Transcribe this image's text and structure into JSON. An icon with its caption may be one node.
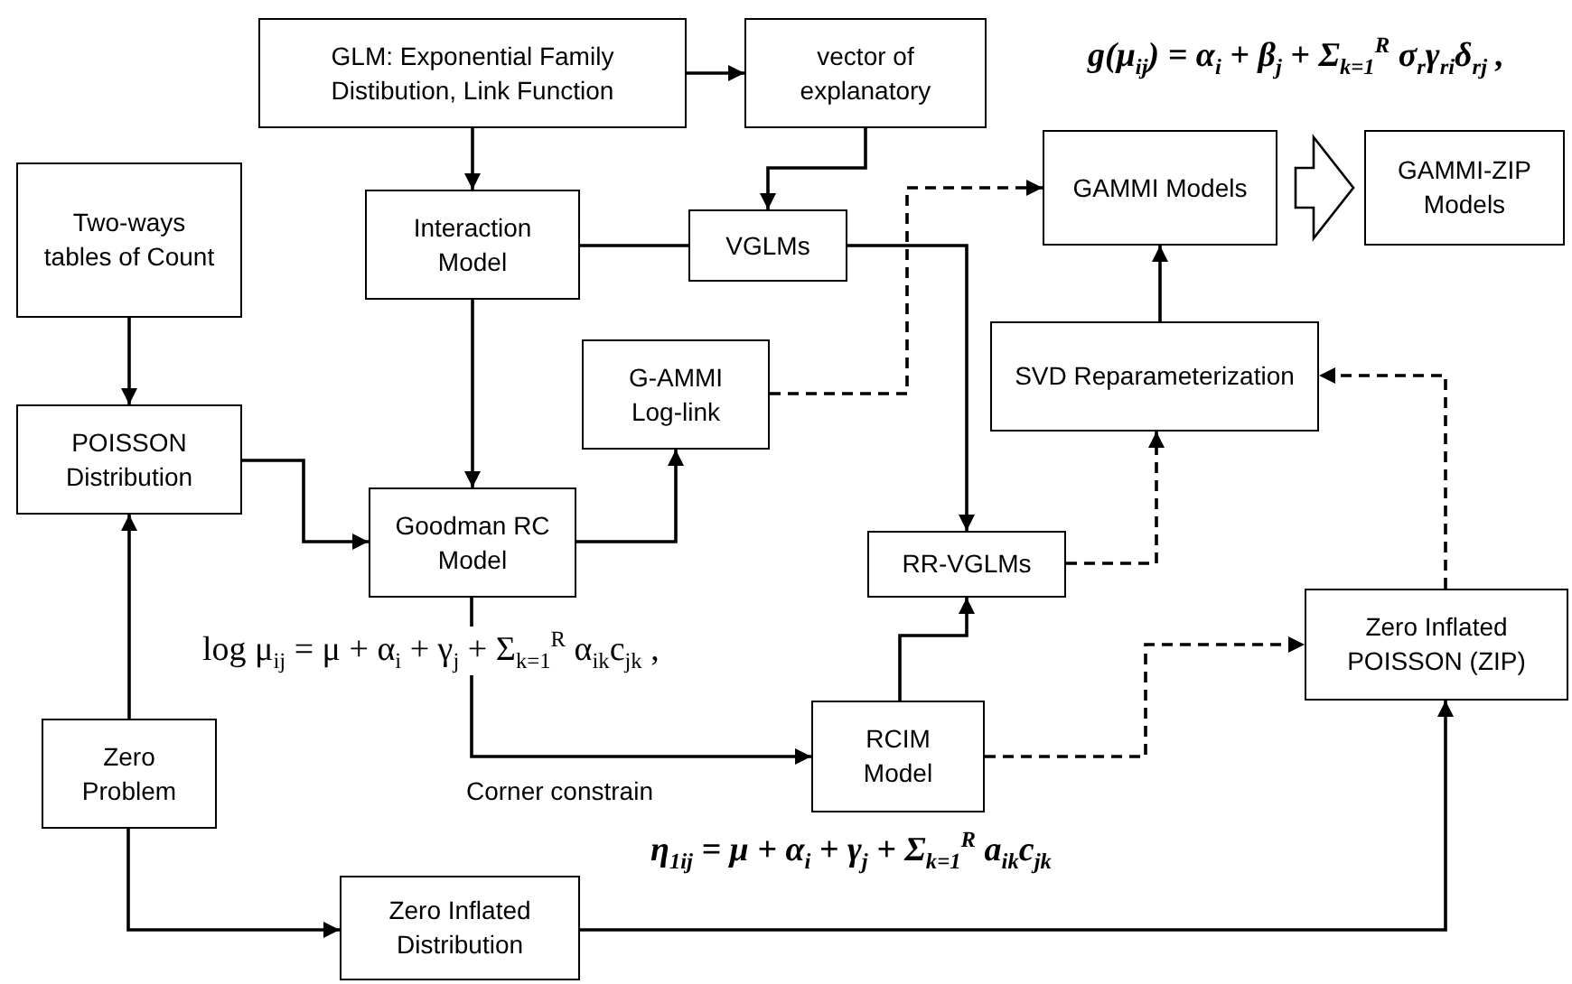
{
  "diagram": {
    "nodes": [
      {
        "text": [
          "GLM:  Exponential Family Distibution, Link Function"
        ]
      },
      {
        "text": [
          "vector of explanatory"
        ]
      },
      {
        "text": [
          "Two-ways tables of Count"
        ]
      },
      {
        "text": [
          "Interaction Model"
        ]
      },
      {
        "text": [
          "VGLMs"
        ]
      },
      {
        "text": [
          "GAMMI Models"
        ]
      },
      {
        "text": [
          "GAMMI-ZIP Models"
        ]
      },
      {
        "text": [
          "G-AMMI Log-link"
        ]
      },
      {
        "text": [
          "SVD Reparameterization"
        ]
      },
      {
        "text": [
          "POISSON Distribution"
        ]
      },
      {
        "text": [
          "Goodman RC  Model"
        ]
      },
      {
        "text": [
          "RR-VGLMs"
        ]
      },
      {
        "text": [
          "Zero Inflated POISSON (ZIP)"
        ]
      },
      {
        "text": [
          "Zero Problem"
        ]
      },
      {
        "text": [
          "RCIM Model"
        ]
      },
      {
        "text": [
          "Zero Inflated Distribution"
        ]
      }
    ],
    "edges": [
      {
        "from": 0,
        "to": 1,
        "arrow": "to"
      },
      {
        "from": 0,
        "to": 3,
        "arrow": "to"
      },
      {
        "from": 1,
        "to": 4,
        "arrow": "to"
      },
      {
        "from": 3,
        "to": 4,
        "arrow": "none"
      },
      {
        "from": 4,
        "to": 11,
        "arrow": "to"
      },
      {
        "from": 3,
        "to": 10,
        "arrow": "to"
      },
      {
        "from": 2,
        "to": 9,
        "arrow": "to"
      },
      {
        "from": 9,
        "to": 10,
        "arrow": "to"
      },
      {
        "from": 10,
        "to": 7,
        "arrow": "to"
      },
      {
        "from": 7,
        "to": 5,
        "arrow": "to",
        "style": "dashed"
      },
      {
        "from": 8,
        "to": 5,
        "arrow": "to"
      },
      {
        "from": 11,
        "to": 8,
        "arrow": "to",
        "style": "dashed"
      },
      {
        "from": 12,
        "to": 8,
        "arrow": "to",
        "style": "dashed"
      },
      {
        "from": 10,
        "to": 14,
        "arrow": "to"
      },
      {
        "from": 14,
        "to": 11,
        "arrow": "to"
      },
      {
        "from": 14,
        "to": 12,
        "arrow": "to",
        "style": "dashed"
      },
      {
        "from": 13,
        "to": 9,
        "arrow": "to"
      },
      {
        "from": 13,
        "to": 15,
        "arrow": "to"
      },
      {
        "from": 15,
        "to": 12,
        "arrow": "to"
      },
      {
        "from": 5,
        "to": 6,
        "arrow": "to",
        "style": "thick"
      }
    ],
    "labels": [
      "g(μ$_{ij}$) = α$_{i}$ + β$_{j}$ + Σ$_{k=1}$$^{R}$ σ$_{r}$γ$_{ri}$δ$_{rj}$ ,",
      "log μ$_{ij}$ = μ + α$_{i}$ + γ$_{j}$ + Σ$_{k=1}$$^{R}$ α$_{ik}$c$_{jk}$ ,",
      "Corner constrain",
      "η$_{1ij}$ = μ + α$_{i}$ + γ$_{j}$ + Σ$_{k=1}$$^{R}$ a$_{ik}$c$_{jk}$"
    ]
  }
}
